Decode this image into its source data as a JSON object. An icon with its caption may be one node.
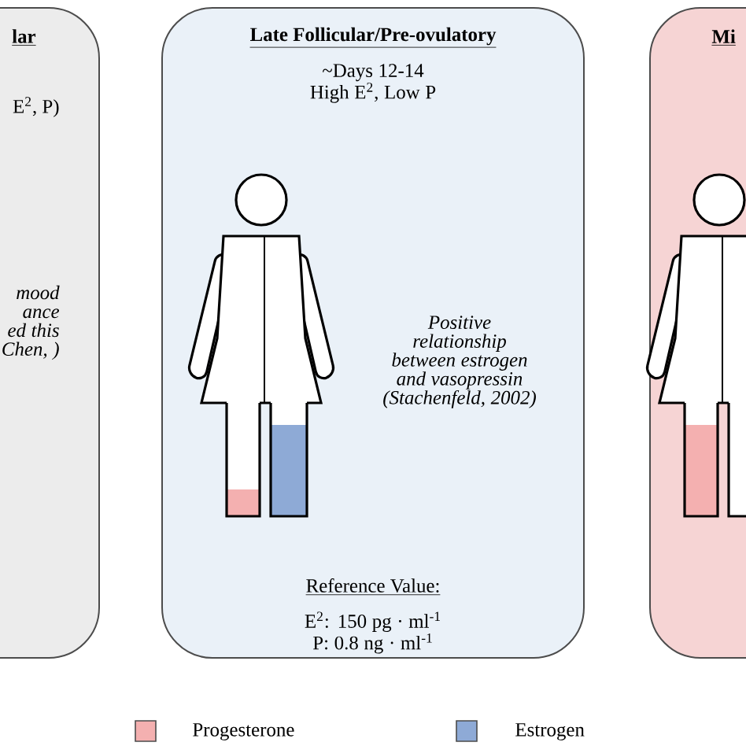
{
  "diagram": {
    "nodes": [
      {
        "text": [
          "lar",
          "E$^{2}$, P)",
          "mood ance ed this Chen, )"
        ]
      },
      {
        "text": [
          "Late Follicular/Pre-ovulatory",
          "~Days 12-14 High E$^{2}$, Low P",
          "Positive relationship between estrogen and vasopressin (Stachenfeld, 2002)",
          "Reference Value:",
          "E$^{2}$: 150 pg · ml$^{-1}$ P: 0.8 ng · ml$^{-1}$"
        ]
      },
      {
        "text": [
          "Mi"
        ]
      }
    ],
    "legend": [
      {
        "text": "Progesterone",
        "color": "#f4b0b0"
      },
      {
        "text": "Estrogen",
        "color": "#8eaad6"
      }
    ]
  }
}
